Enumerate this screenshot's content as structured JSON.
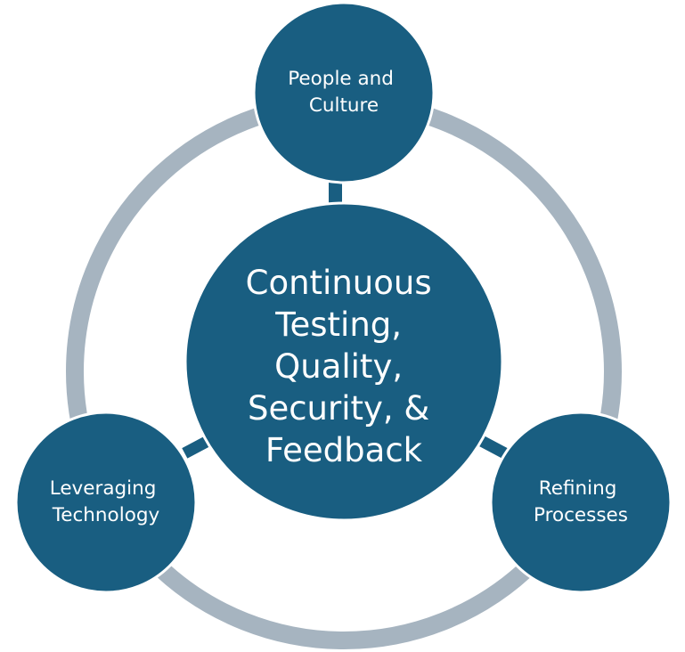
{
  "colors": {
    "node_fill": "#195E81",
    "ring": "#A6B4C0",
    "connector": "#195E81",
    "text": "#FFFFFF",
    "node_border": "#FFFFFF"
  },
  "center": {
    "lines": [
      "Continuous",
      "Testing,",
      "Quality,",
      "Security, &",
      "Feedback"
    ]
  },
  "nodes": {
    "top": {
      "lines": [
        "People and",
        "Culture"
      ]
    },
    "left": {
      "lines": [
        "Leveraging",
        "Technology"
      ]
    },
    "right": {
      "lines": [
        "Refining",
        "Processes"
      ]
    }
  }
}
